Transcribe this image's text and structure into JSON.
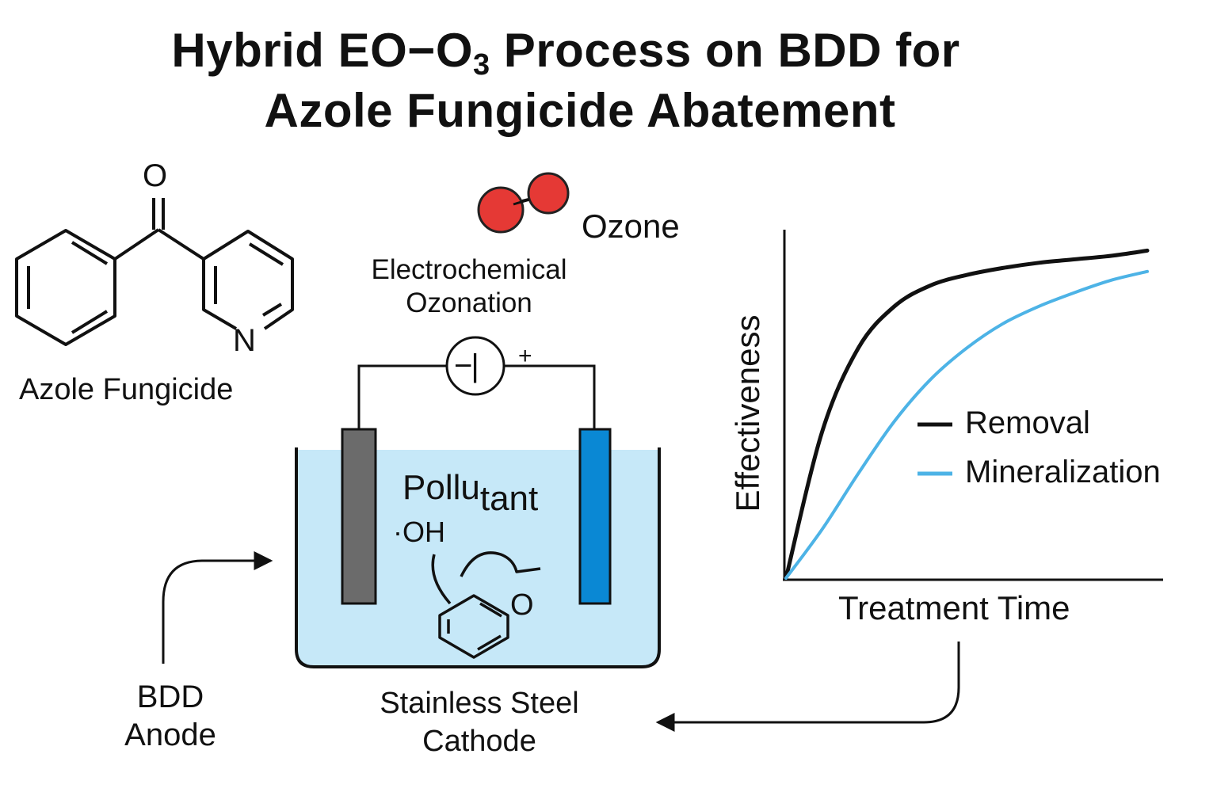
{
  "title": {
    "line1_prefix": "Hybrid EO−O",
    "line1_sub": "3",
    "line1_suffix": " Process on BDD for",
    "line2": "Azole Fungicide Abatement"
  },
  "molecule": {
    "oxygen_atom": "O",
    "nitrogen_atom": "N",
    "label": "Azole Fungicide"
  },
  "ozone": {
    "label": "Ozone",
    "process_line1": "Electrochemical",
    "process_line2": "Ozonation",
    "atom_color": "#e53935"
  },
  "cell": {
    "power_symbol": "−|",
    "plus_sign": "+",
    "pollutant_part1": "Pollu",
    "pollutant_part2": "tant",
    "radical": "·OH",
    "ring_oxygen": "O",
    "anode_label_line1": "BDD",
    "anode_label_line2": "Anode",
    "cathode_label_line1": "Stainless Steel",
    "cathode_label_line2": "Cathode",
    "water_color": "#c6e8f8",
    "anode_color": "#6b6b6b",
    "cathode_color": "#0a88d4"
  },
  "chart_data": {
    "type": "line",
    "xlabel": "Treatment Time",
    "ylabel": "Effectiveness",
    "legend_position": "right",
    "grid": false,
    "series": [
      {
        "name": "Removal",
        "color": "#111111",
        "x": [
          0,
          0.1,
          0.2,
          0.3,
          0.4,
          0.5,
          0.6,
          0.7,
          0.8,
          0.9,
          1.0
        ],
        "values": [
          0,
          0.42,
          0.66,
          0.78,
          0.84,
          0.87,
          0.89,
          0.905,
          0.915,
          0.925,
          0.94
        ]
      },
      {
        "name": "Mineralization",
        "color": "#4db3e6",
        "x": [
          0,
          0.1,
          0.2,
          0.3,
          0.4,
          0.5,
          0.6,
          0.7,
          0.8,
          0.9,
          1.0
        ],
        "values": [
          0,
          0.14,
          0.3,
          0.45,
          0.57,
          0.66,
          0.73,
          0.78,
          0.82,
          0.855,
          0.88
        ]
      }
    ]
  }
}
